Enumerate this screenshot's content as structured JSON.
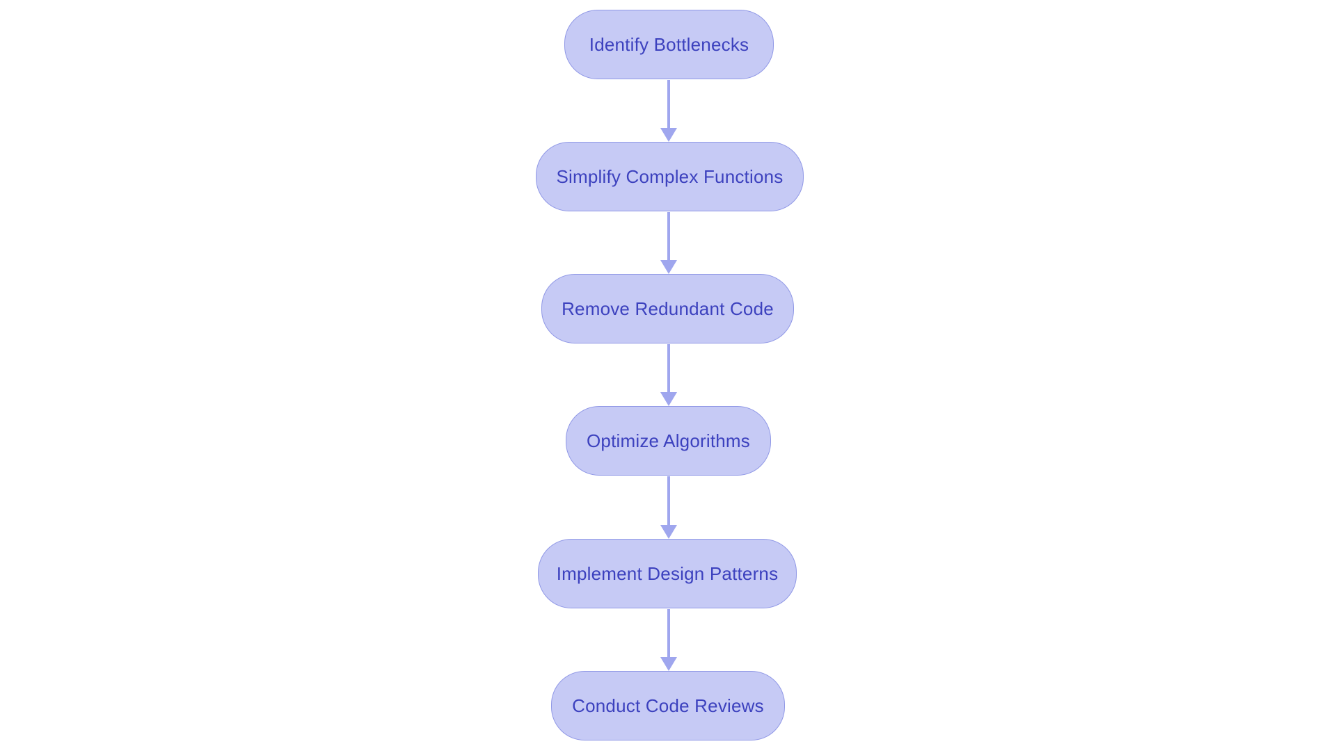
{
  "diagram": {
    "type": "flowchart",
    "direction": "top-down",
    "nodes": [
      {
        "id": "n1",
        "label": "Identify Bottlenecks"
      },
      {
        "id": "n2",
        "label": "Simplify Complex Functions"
      },
      {
        "id": "n3",
        "label": "Remove Redundant Code"
      },
      {
        "id": "n4",
        "label": "Optimize Algorithms"
      },
      {
        "id": "n5",
        "label": "Implement Design Patterns"
      },
      {
        "id": "n6",
        "label": "Conduct Code Reviews"
      }
    ],
    "edges": [
      {
        "from": "n1",
        "to": "n2"
      },
      {
        "from": "n2",
        "to": "n3"
      },
      {
        "from": "n3",
        "to": "n4"
      },
      {
        "from": "n4",
        "to": "n5"
      },
      {
        "from": "n5",
        "to": "n6"
      }
    ],
    "colors": {
      "background": "#ffffff",
      "node_fill": "#c6caf5",
      "node_border": "#9098e6",
      "node_text": "#3c41be",
      "arrow": "#9fa6ee"
    }
  }
}
